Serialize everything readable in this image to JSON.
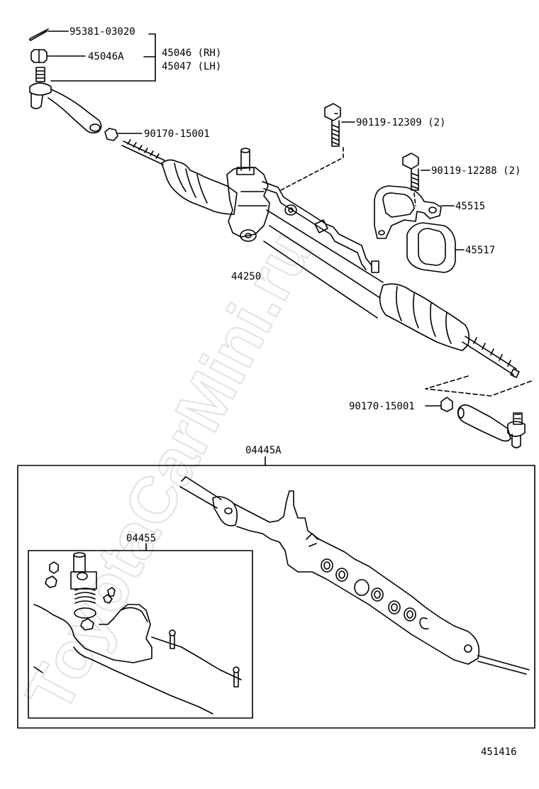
{
  "watermark": "ToyotaCarMini.ru",
  "diagram_id": "451416",
  "part_labels": {
    "cotter_pin": "95381-03020",
    "castle_nut": "45046A",
    "tie_rod_end_rh": "45046 (RH)",
    "tie_rod_end_lh": "45047 (LH)",
    "lock_nut_upper": "90170-15001",
    "bolt_upper": "90119-12309 (2)",
    "bolt_lower": "90119-12288 (2)",
    "bracket": "45515",
    "bushing": "45517",
    "gear_assy": "44250",
    "lock_nut_lower": "90170-15001",
    "gear_housing_kit": "04445A",
    "gasket_kit": "04455"
  }
}
